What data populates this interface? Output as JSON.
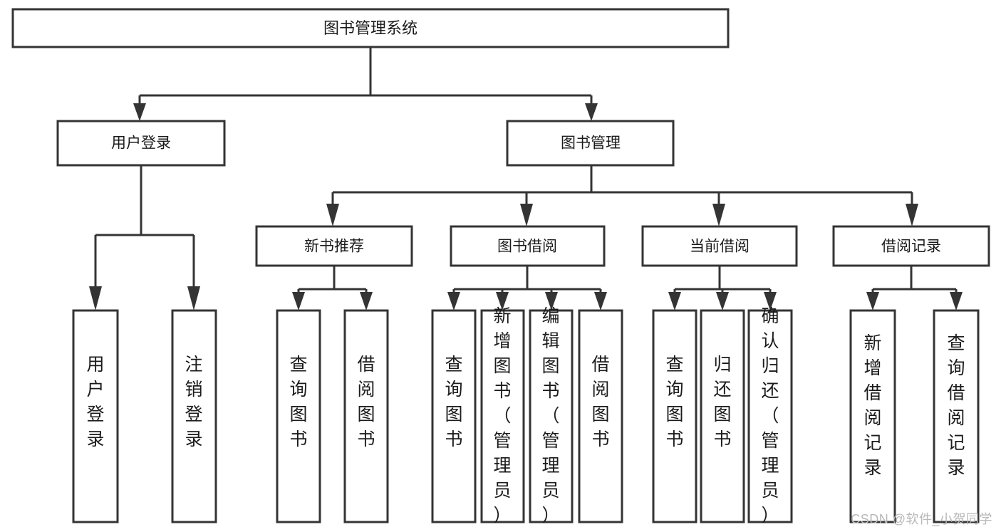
{
  "diagram": {
    "title": "图书管理系统",
    "watermark": "CSDN @软件_小贺同学",
    "root": {
      "label": "图书管理系统"
    },
    "level2": [
      {
        "label": "用户登录"
      },
      {
        "label": "图书管理"
      }
    ],
    "level3": [
      {
        "label": "新书推荐"
      },
      {
        "label": "图书借阅"
      },
      {
        "label": "当前借阅"
      },
      {
        "label": "借阅记录"
      }
    ],
    "leaves": [
      {
        "label": "用户登录"
      },
      {
        "label": "注销登录"
      },
      {
        "label": "查询图书"
      },
      {
        "label": "借阅图书"
      },
      {
        "label": "查询图书"
      },
      {
        "label": "新增图书（管理员）"
      },
      {
        "label": "编辑图书（管理员）"
      },
      {
        "label": "借阅图书"
      },
      {
        "label": "查询图书"
      },
      {
        "label": "归还图书"
      },
      {
        "label": "确认归还（管理员）"
      },
      {
        "label": "新增借阅记录"
      },
      {
        "label": "查询借阅记录"
      }
    ],
    "colors": {
      "stroke": "#343434",
      "fill": "#ffffff",
      "text": "#1b1b1b",
      "watermark": "#b8b8b8"
    }
  }
}
